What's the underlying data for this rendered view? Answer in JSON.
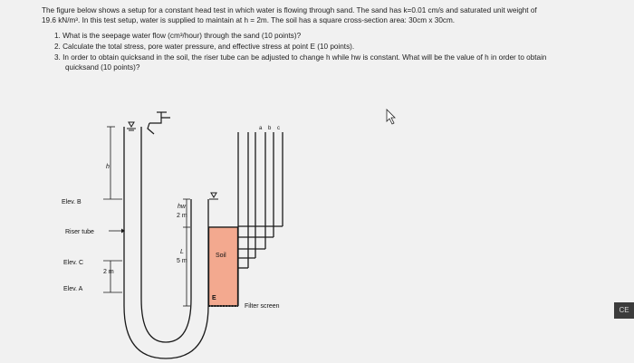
{
  "problem": {
    "intro_line1": "The figure below shows a setup for a constant head test in which water is flowing through sand. The sand has k=0.01 cm/s and saturated unit weight of",
    "intro_line2": "19.6 kN/m³. In this test setup, water is supplied to maintain at h = 2m. The soil has a square cross-section area: 30cm x 30cm.",
    "questions": [
      {
        "number": "1.",
        "text": "What is the seepage water flow (cm³/hour) through the sand (10 points)?"
      },
      {
        "number": "2.",
        "text": "Calculate the total stress, pore water pressure, and effective stress at point E (10 points)."
      },
      {
        "number": "3.",
        "text": "In order to obtain quicksand in the soil, the riser tube can be adjusted to change h while hw is constant. What will be the value of h in order to obtain",
        "continuation": "quicksand (10 points)?"
      }
    ]
  },
  "figure": {
    "labels": {
      "elev_b": "Elev. B",
      "riser_tube": "Riser tube",
      "elev_c": "Elev. C",
      "elev_a": "Elev. A",
      "h": "h",
      "two_m_left": "2 m",
      "hw": "hw",
      "two_m_hw": "2 m",
      "L": "L",
      "five_m": "5 m",
      "soil": "Soil",
      "point_e": "E",
      "filter_screen": "Filter screen",
      "a": "a",
      "b": "b",
      "c": "c"
    },
    "colors": {
      "soil_fill": "#f3a98f",
      "line": "#1a1a1a"
    }
  },
  "side_tab": {
    "label": "CE"
  }
}
